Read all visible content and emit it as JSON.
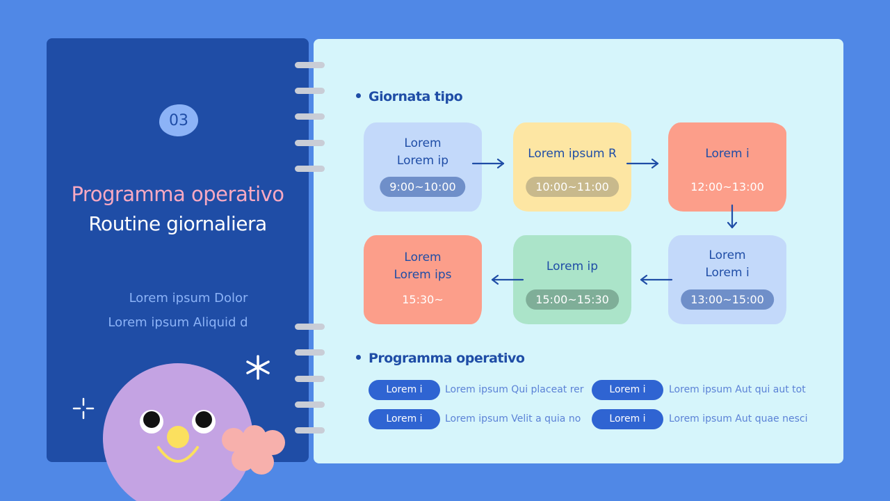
{
  "left": {
    "section_number": "03",
    "title_line1": "Programma operativo",
    "title_line2": "Routine giornaliera",
    "sub_line1": "Lorem ipsum Dolor",
    "sub_line2": "Lorem ipsum Aliquid d"
  },
  "right": {
    "daily_heading": "Giornata tipo",
    "cards": [
      {
        "label": "Lorem\nLorem ip",
        "time": "9:00~10:00",
        "bg": "#c3d9fa",
        "pill": "#6f8fc9"
      },
      {
        "label": "Lorem ipsum R",
        "time": "10:00~11:00",
        "bg": "#fde6a3",
        "pill": "#c8b98c"
      },
      {
        "label": "Lorem i",
        "time": "12:00~13:00",
        "bg": "#fc9e8a",
        "pill": ""
      },
      {
        "label": "Lorem\nLorem i",
        "time": "13:00~15:00",
        "bg": "#c3d9fa",
        "pill": "#6f8fc9"
      },
      {
        "label": "Lorem ip",
        "time": "15:00~15:30",
        "bg": "#abe4c9",
        "pill": "#7fae98"
      },
      {
        "label": "Lorem\nLorem ips",
        "time": "15:30~",
        "bg": "#fc9e8a",
        "pill": ""
      }
    ],
    "op_heading": "Programma operativo",
    "op_items": [
      {
        "tag": "Lorem i",
        "text": "Lorem ipsum Qui placeat rer"
      },
      {
        "tag": "Lorem i",
        "text": "Lorem ipsum Aut qui aut tot"
      },
      {
        "tag": "Lorem i",
        "text": "Lorem ipsum Velit a quia no"
      },
      {
        "tag": "Lorem i",
        "text": "Lorem ipsum Aut quae nesci"
      }
    ]
  },
  "colors": {
    "background": "#5088e6",
    "left_panel": "#1f4da6",
    "right_panel": "#d6f5fb",
    "accent_pink": "#f8a9c2",
    "tag_blue": "#2f64d2"
  }
}
